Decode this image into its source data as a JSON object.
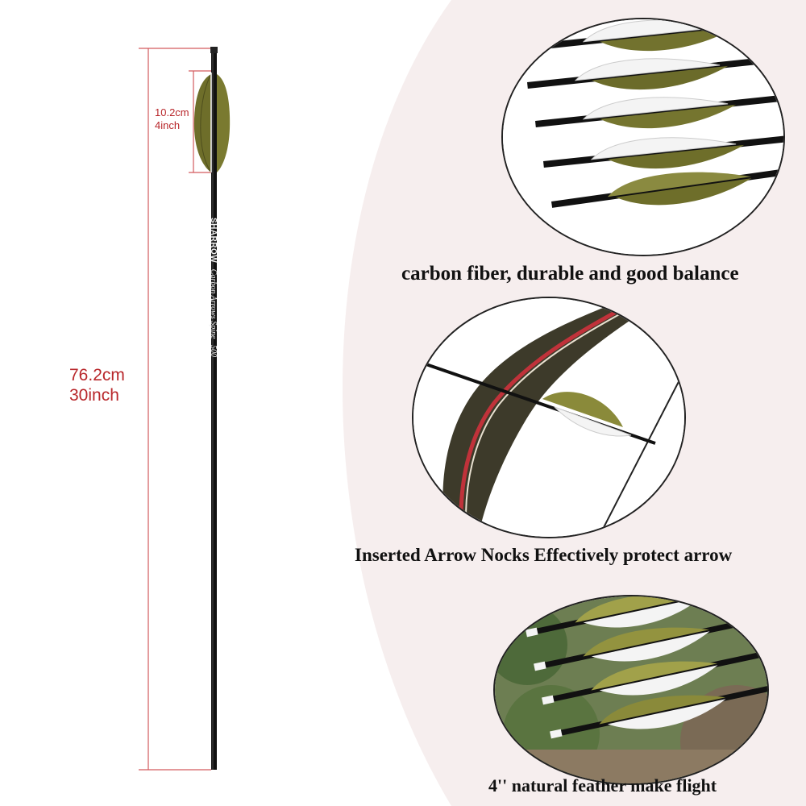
{
  "measurements": {
    "total_length_cm": "76.2cm",
    "total_length_in": "30inch",
    "feather_length_cm": "10.2cm",
    "feather_length_in": "4inch"
  },
  "shaft": {
    "brand": "SHARROW",
    "label": "Carbon Arrows Spine",
    "spine": "500"
  },
  "features": [
    {
      "caption": "carbon fiber, durable and good balance"
    },
    {
      "caption": "Inserted Arrow Nocks Effectively protect arrow"
    },
    {
      "caption": "4'' natural feather make flight"
    }
  ],
  "colors": {
    "measure_red": "#b8262a",
    "feather_olive": "#6e6e2a",
    "shaft_black": "#111111",
    "background_pink": "#f6eeee"
  }
}
